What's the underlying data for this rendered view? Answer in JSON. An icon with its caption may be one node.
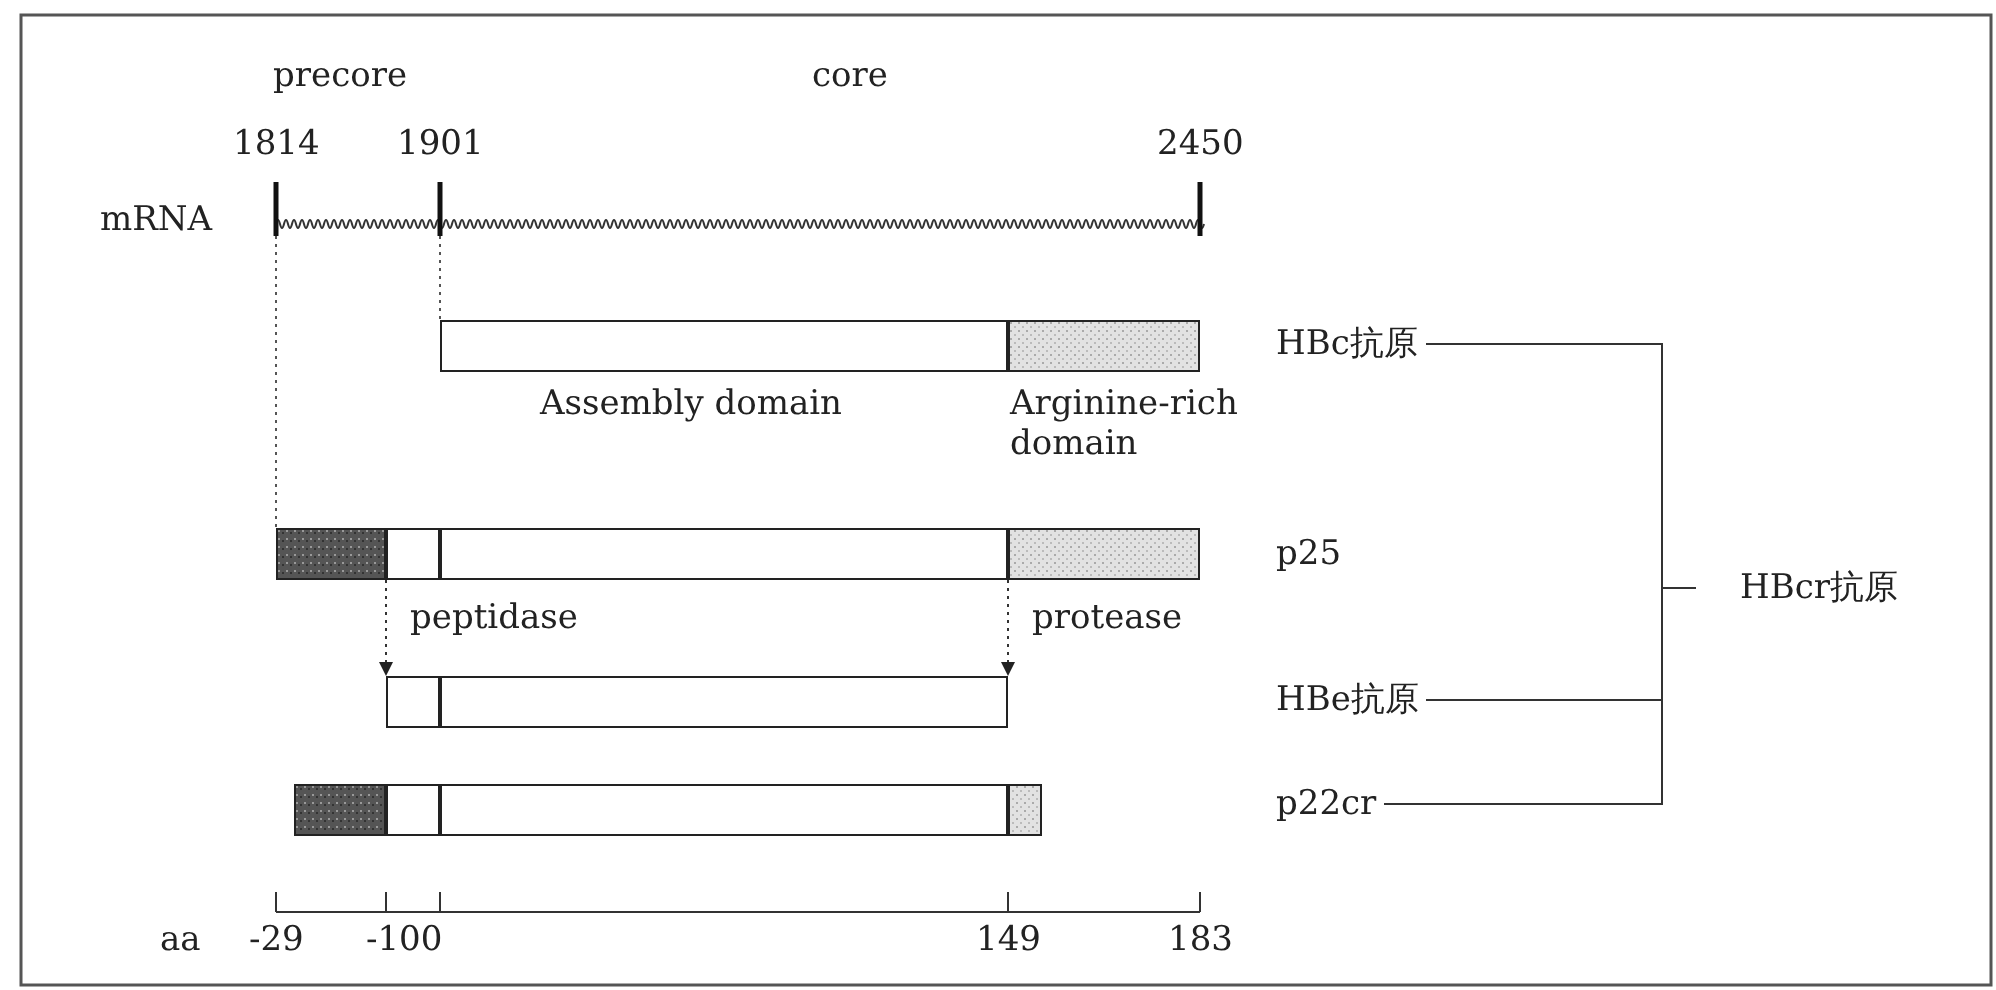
{
  "diagram": {
    "nodes": [
      {
        "text": [
          "HBc抗原"
        ]
      },
      {
        "text": [
          "p25"
        ]
      },
      {
        "text": [
          "HBe抗原"
        ]
      },
      {
        "text": [
          "p22cr"
        ]
      },
      {
        "text": [
          "HBcr抗原"
        ]
      },
      {
        "text": [],
        "shape": "bar",
        "beside": [
          "Assembly domain",
          "Arginine-rich domain"
        ]
      },
      {
        "text": [],
        "shape": "bar"
      },
      {
        "text": [],
        "shape": "bar"
      },
      {
        "text": [],
        "shape": "bar"
      }
    ],
    "edges": [
      {
        "from": 0,
        "to": 4,
        "arrow": "none"
      },
      {
        "from": 2,
        "to": 4,
        "arrow": "none"
      },
      {
        "from": 3,
        "to": 4,
        "arrow": "none"
      },
      {
        "from": 6,
        "to": 7,
        "arrow": "to",
        "label": "peptidase",
        "style": "dashed"
      },
      {
        "from": 6,
        "to": 7,
        "arrow": "to",
        "label": "protease",
        "style": "dashed"
      }
    ],
    "labels": [
      "precore",
      "core",
      "1814",
      "1901",
      "2450",
      "mRNA",
      "aa",
      "-29",
      "-100",
      "149",
      "183"
    ]
  }
}
